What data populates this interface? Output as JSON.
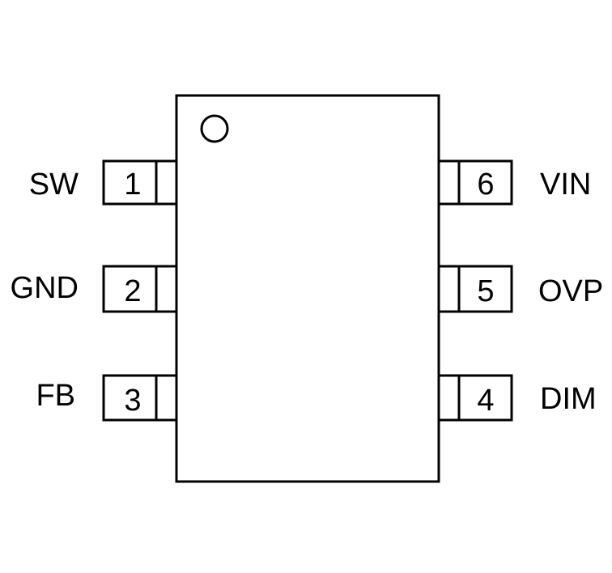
{
  "diagram": {
    "type": "ic-pinout",
    "package_pins": 6,
    "pin1_marker": "circle",
    "pins": [
      {
        "number": "1",
        "name": "SW",
        "side": "left"
      },
      {
        "number": "2",
        "name": "GND",
        "side": "left"
      },
      {
        "number": "3",
        "name": "FB",
        "side": "left"
      },
      {
        "number": "6",
        "name": "VIN",
        "side": "right"
      },
      {
        "number": "5",
        "name": "OVP",
        "side": "right"
      },
      {
        "number": "4",
        "name": "DIM",
        "side": "right"
      }
    ],
    "stroke_color": "#000000",
    "background": "#ffffff"
  }
}
